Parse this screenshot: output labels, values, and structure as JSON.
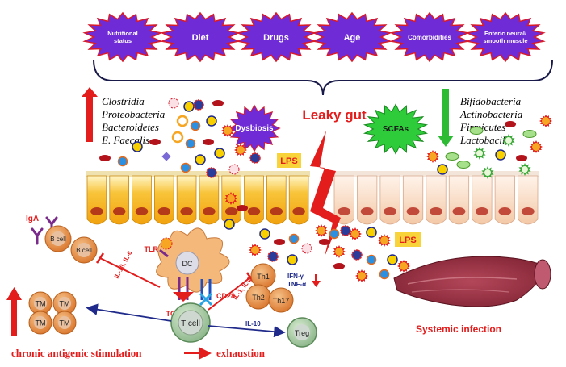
{
  "factors": [
    {
      "label_lines": [
        "Nutritional",
        "status"
      ]
    },
    {
      "label_lines": [
        "Diet"
      ]
    },
    {
      "label_lines": [
        "Drugs"
      ]
    },
    {
      "label_lines": [
        "Age"
      ]
    },
    {
      "label_lines": [
        "Comorbidities"
      ]
    },
    {
      "label_lines": [
        "Enteric neural/",
        "smooth muscle"
      ]
    }
  ],
  "harmful_bacteria": [
    "Clostridia",
    "Proteobacteria",
    "Bacteroidetes",
    "E. Faecalis"
  ],
  "beneficial_bacteria": [
    "Bifidobacteria",
    "Actinobacteria",
    "Firmicutes",
    "Lactobacilli"
  ],
  "labels": {
    "dysbiosis": "Dysbiosis",
    "leaky_gut": "Leaky gut",
    "scfas": "SCFAs",
    "lps_left": "LPS",
    "lps_right": "LPS",
    "iga": "IgA",
    "b_cell": "B cell",
    "tlr": "TLR",
    "dc": "DC",
    "tcr": "TCR",
    "cd28": "CD28",
    "t_cell": "T cell",
    "tm": "TM",
    "th1": "Th1",
    "th2": "Th2",
    "th17": "Th17",
    "treg": "Treg",
    "il1b_il6": "IL-1β, IL-6",
    "il1_il2": "IL-1, IL-2",
    "ifn_g": "IFN-γ",
    "tnf_a": "TNF-α",
    "il10": "IL-10",
    "systemic_infection": "Systemic infection",
    "chronic_stimulation": "chronic antigenic stimulation",
    "exhaustion": "exhaustion"
  },
  "colors": {
    "star_fill": "#6f2bd6",
    "star_text": "#ffffff",
    "bracket": "#1a1a4a",
    "red": "#e31c1c",
    "green": "#2dbb33",
    "navy": "#1f2a8a",
    "villi_left": "#f5b21a",
    "villi_right": "#f6d3b5",
    "cell_orange": "#e07b2e"
  }
}
